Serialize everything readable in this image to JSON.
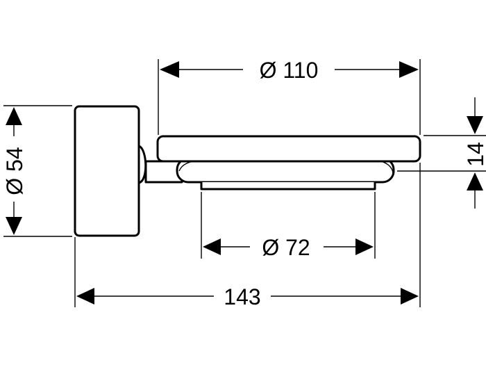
{
  "drawing": {
    "dimensions": {
      "top_diameter": "Ø 110",
      "bottom_diameter": "Ø 72",
      "overall_length": "143",
      "wall_plate_diameter": "Ø 54",
      "height": "14"
    }
  }
}
